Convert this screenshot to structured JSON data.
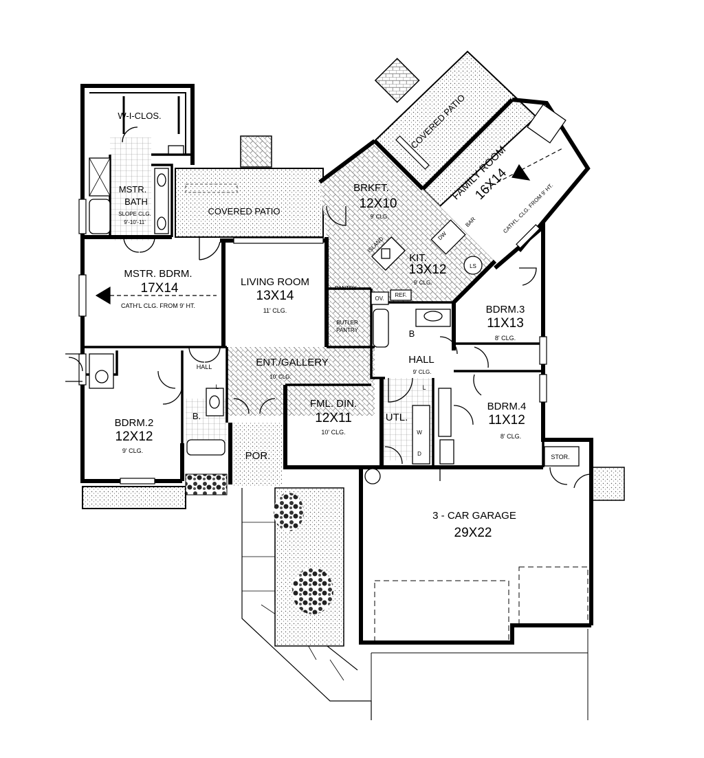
{
  "rooms": {
    "walk_in_closet": {
      "name": "W-I-CLOS."
    },
    "master_bath": {
      "name_line1": "MSTR.",
      "name_line2": "BATH",
      "note1": "SLOPE CLG.",
      "note2": "9'-10'-11'"
    },
    "covered_patio_left": {
      "name": "COVERED PATIO"
    },
    "covered_patio_top": {
      "name": "COVERED PATIO"
    },
    "breakfast": {
      "name": "BRKFT.",
      "size": "12X10",
      "ceiling": "9' CLG."
    },
    "family_room": {
      "name": "FAMILY ROOM",
      "size": "16X14",
      "ceiling": "CATH'L. CLG. FROM 9' HT."
    },
    "master_bedroom": {
      "name": "MSTR. BDRM.",
      "size": "17X14",
      "ceiling": "CATH'L CLG.  FROM 9' HT."
    },
    "living_room": {
      "name": "LIVING ROOM",
      "size": "13X14",
      "ceiling": "11' CLG."
    },
    "kitchen": {
      "name": "KIT.",
      "size": "13X12",
      "ceiling": "9' CLG."
    },
    "bedroom3": {
      "name": "BDRM.3",
      "size": "11X13",
      "ceiling": "8' CLG."
    },
    "bedroom2": {
      "name": "BDRM.2",
      "size": "12X12",
      "ceiling": "9' CLG."
    },
    "bedroom4": {
      "name": "BDRM.4",
      "size": "11X12",
      "ceiling": "8' CLG."
    },
    "hall_left": {
      "name": "HALL"
    },
    "hall_right": {
      "name": "HALL",
      "ceiling": "9' CLG."
    },
    "entry_gallery": {
      "name": "ENT./GALLERY",
      "ceiling": "10' CLG."
    },
    "formal_dining": {
      "name": "FML. DIN.",
      "size": "12X11",
      "ceiling": "10' CLG."
    },
    "porch": {
      "name": "POR."
    },
    "utility": {
      "name": "UTL."
    },
    "garage": {
      "name": "3 - CAR GARAGE",
      "size": "29X22"
    },
    "storage": {
      "name": "STOR."
    }
  },
  "fixtures": {
    "pantry": "PANTRY",
    "butler_pantry_1": "BUTLER",
    "butler_pantry_2": "PANTRY",
    "island": "ISLAND",
    "dishwasher": "DW",
    "oven": "OV.",
    "refrigerator": "REF.",
    "lazy_susan": "LS",
    "bar": "BAR",
    "linen_left": "L",
    "linen_right": "L",
    "bath_left": "B.",
    "bath_right": "B",
    "washer": "W",
    "dryer": "D"
  },
  "colors": {
    "ink": "#000000",
    "paper": "#ffffff",
    "hatch": "#9a9a9a"
  }
}
